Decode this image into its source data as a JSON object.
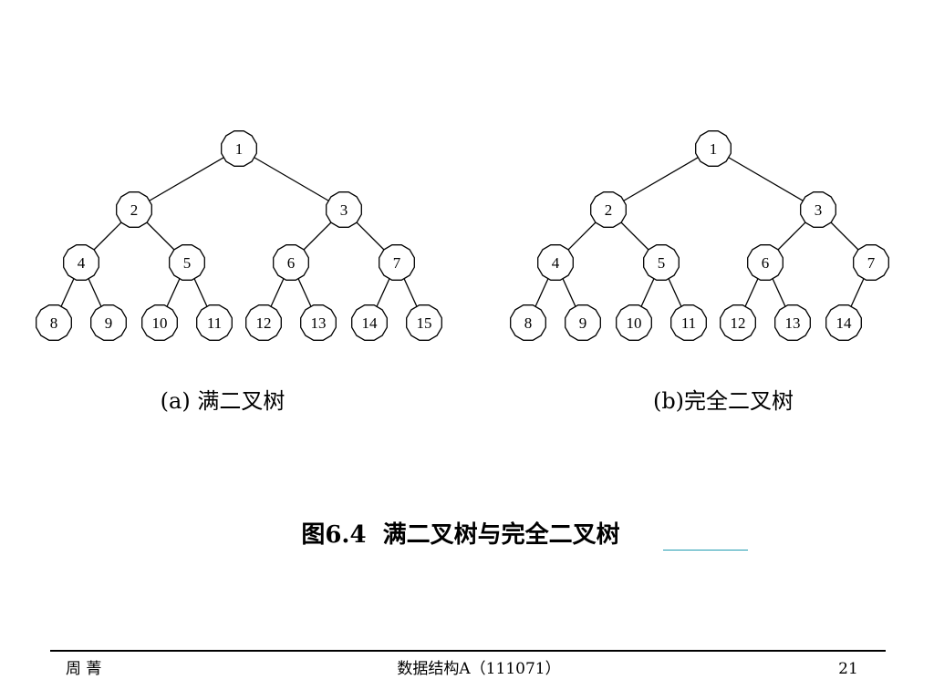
{
  "slide": {
    "trees": [
      {
        "id": "a",
        "caption": "(a) 满二叉树",
        "nodes": [
          "1",
          "2",
          "3",
          "4",
          "5",
          "6",
          "7",
          "8",
          "9",
          "10",
          "11",
          "12",
          "13",
          "14",
          "15"
        ]
      },
      {
        "id": "b",
        "caption": "(b)完全二叉树",
        "nodes": [
          "1",
          "2",
          "3",
          "4",
          "5",
          "6",
          "7",
          "8",
          "9",
          "10",
          "11",
          "12",
          "13",
          "14"
        ]
      }
    ],
    "figure_title": "图6.4  满二叉树与完全二叉树",
    "footer": {
      "author": "周 菁",
      "course": "数据结构A（111071）",
      "page": "21"
    }
  },
  "colors": {
    "line": "#000000",
    "node_fill": "#ffffff",
    "title_underline": "#1f9bb0"
  }
}
